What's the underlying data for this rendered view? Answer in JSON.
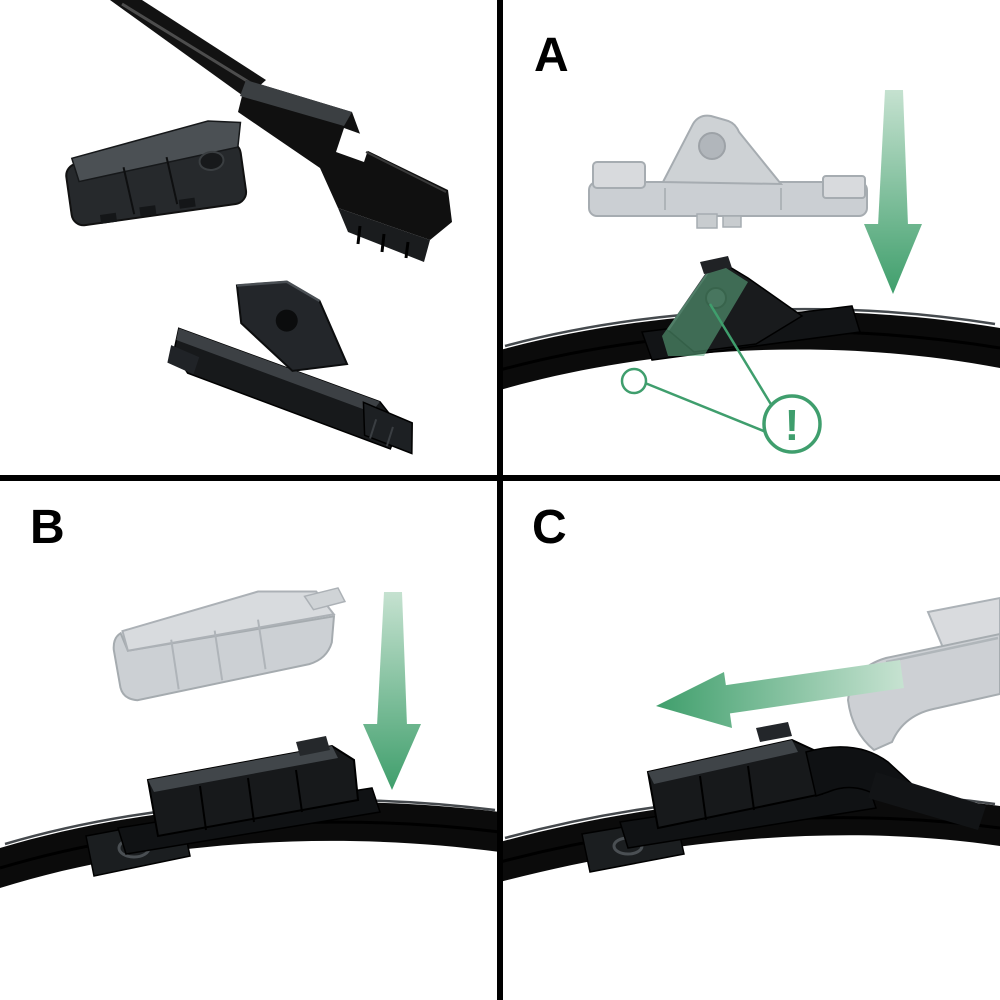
{
  "figure": {
    "type": "instruction-diagram",
    "subject": "wiper-blade-adapter-installation-steps",
    "panels": [
      {
        "id": "parts-overview",
        "label": ""
      },
      {
        "id": "step-a",
        "label": "A"
      },
      {
        "id": "step-b",
        "label": "B"
      },
      {
        "id": "step-c",
        "label": "C"
      }
    ],
    "annotation": {
      "exclamation": "!"
    }
  },
  "colors": {
    "background": "#ffffff",
    "divider": "#000000",
    "label_text": "#000000",
    "arrow_tail": "#c8e3d2",
    "arrow_head": "#3e9e6b",
    "highlight_green": "#5fae84",
    "callout_green": "#3f9e6d",
    "part_dark": "#121212",
    "part_ghost": "#c9cdd1"
  }
}
